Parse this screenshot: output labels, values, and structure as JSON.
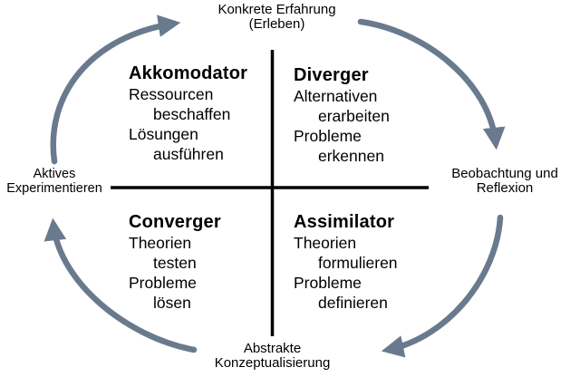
{
  "diagram": {
    "colors": {
      "arrow": "#6a7a8e",
      "axis": "#000000",
      "text": "#000000",
      "background": "#ffffff"
    },
    "cycle_labels": {
      "top": {
        "line1": "Konkrete Erfahrung",
        "line2": "(Erleben)"
      },
      "right": {
        "line1": "Beobachtung und",
        "line2": "Reflexion"
      },
      "bottom": {
        "line1": "Abstrakte",
        "line2": "Konzeptualisierung"
      },
      "left": {
        "line1": "Aktives",
        "line2": "Experimentieren"
      }
    },
    "quadrants": {
      "top_left": {
        "title": "Akkomodator",
        "lines": [
          "Ressourcen",
          "beschaffen",
          "Lösungen",
          "ausführen"
        ]
      },
      "top_right": {
        "title": "Diverger",
        "lines": [
          "Alternativen",
          "erarbeiten",
          "Probleme",
          "erkennen"
        ]
      },
      "bottom_left": {
        "title": "Converger",
        "lines": [
          "Theorien",
          "testen",
          "Probleme",
          "lösen"
        ]
      },
      "bottom_right": {
        "title": "Assimilator",
        "lines": [
          "Theorien",
          "formulieren",
          "Probleme",
          "definieren"
        ]
      }
    }
  }
}
